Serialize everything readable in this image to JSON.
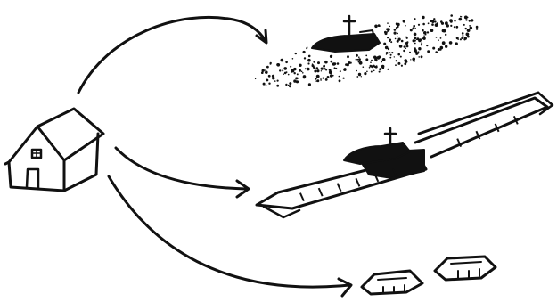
{
  "figure": {
    "kind": "hand-drawn sketch",
    "ink_color": "#111111",
    "background_color": "#ffffff",
    "elements": {
      "source": "house",
      "targets": [
        "scattered-crowd-with-ship",
        "long-bridge-structure-with-ship",
        "two-small-platforms"
      ],
      "connectors": [
        "arrow",
        "arrow",
        "arrow"
      ]
    }
  }
}
